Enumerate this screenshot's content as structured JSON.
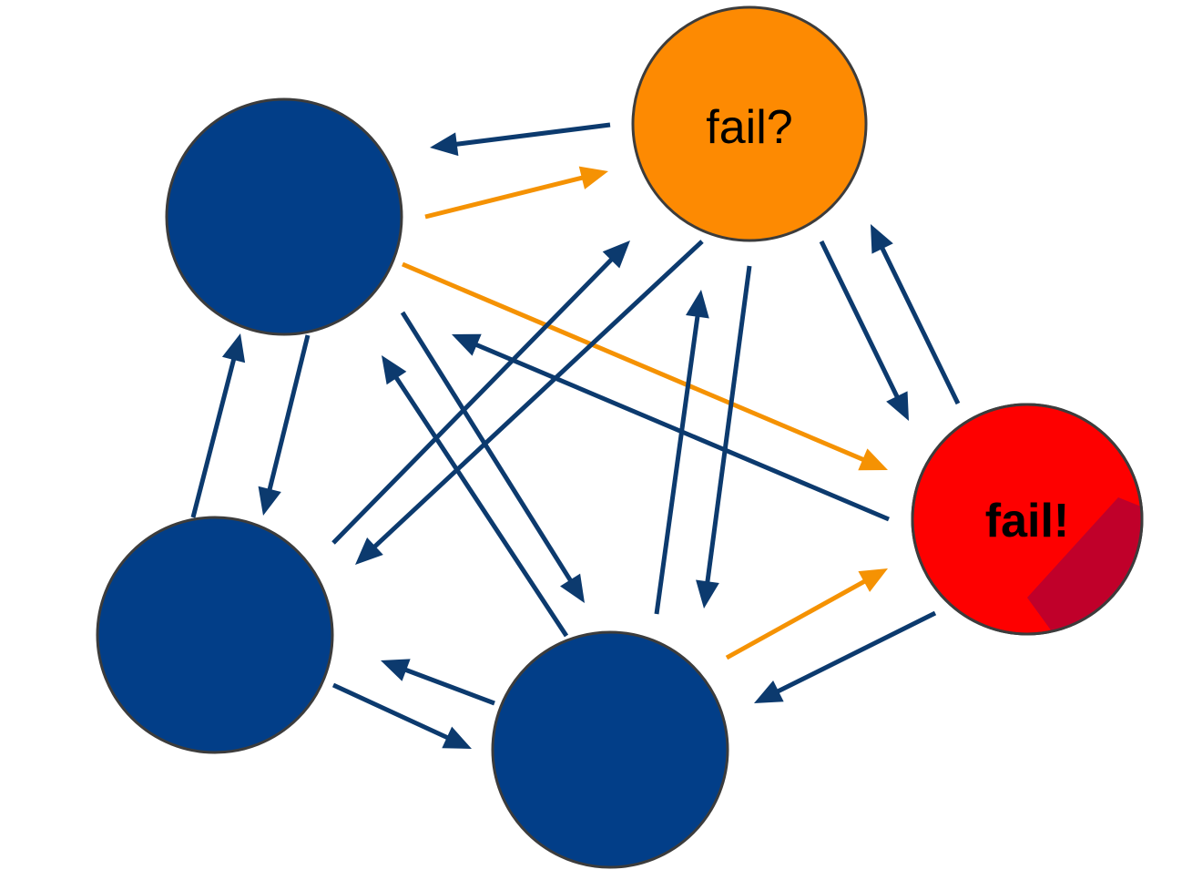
{
  "colors": {
    "healthy": "#023e88",
    "suspected": "#fd8a02",
    "failed": "#fe0000",
    "failed_overlay": "#c0002a",
    "node_stroke": "#3c3c3c",
    "edge_normal": "#0c3a6e",
    "edge_gossip": "#f59203"
  },
  "nodes": [
    {
      "id": "node-top-left",
      "state": "healthy",
      "label": ""
    },
    {
      "id": "node-suspect",
      "state": "suspected",
      "label": "fail?"
    },
    {
      "id": "node-failed",
      "state": "failed",
      "label": "fail!"
    },
    {
      "id": "node-bottom-left",
      "state": "healthy",
      "label": ""
    },
    {
      "id": "node-bottom-center",
      "state": "healthy",
      "label": ""
    }
  ],
  "edges": [
    {
      "from": "node-suspect",
      "to": "node-top-left",
      "kind": "normal"
    },
    {
      "from": "node-top-left",
      "to": "node-suspect",
      "kind": "gossip"
    },
    {
      "from": "node-top-left",
      "to": "node-failed",
      "kind": "gossip"
    },
    {
      "from": "node-bottom-center",
      "to": "node-failed",
      "kind": "gossip"
    },
    {
      "from": "node-suspect",
      "to": "node-failed",
      "kind": "normal"
    },
    {
      "from": "node-failed",
      "to": "node-suspect",
      "kind": "normal"
    },
    {
      "from": "node-failed",
      "to": "node-top-left",
      "kind": "normal"
    },
    {
      "from": "node-failed",
      "to": "node-bottom-center",
      "kind": "normal"
    },
    {
      "from": "node-top-left",
      "to": "node-bottom-left",
      "kind": "normal"
    },
    {
      "from": "node-bottom-left",
      "to": "node-top-left",
      "kind": "normal"
    },
    {
      "from": "node-bottom-left",
      "to": "node-suspect",
      "kind": "normal"
    },
    {
      "from": "node-suspect",
      "to": "node-bottom-left",
      "kind": "normal"
    },
    {
      "from": "node-top-left",
      "to": "node-bottom-center",
      "kind": "normal"
    },
    {
      "from": "node-bottom-center",
      "to": "node-top-left",
      "kind": "normal"
    },
    {
      "from": "node-bottom-center",
      "to": "node-suspect",
      "kind": "normal"
    },
    {
      "from": "node-suspect",
      "to": "node-bottom-center",
      "kind": "normal"
    },
    {
      "from": "node-bottom-left",
      "to": "node-bottom-center",
      "kind": "normal"
    },
    {
      "from": "node-bottom-center",
      "to": "node-bottom-left",
      "kind": "normal"
    }
  ]
}
